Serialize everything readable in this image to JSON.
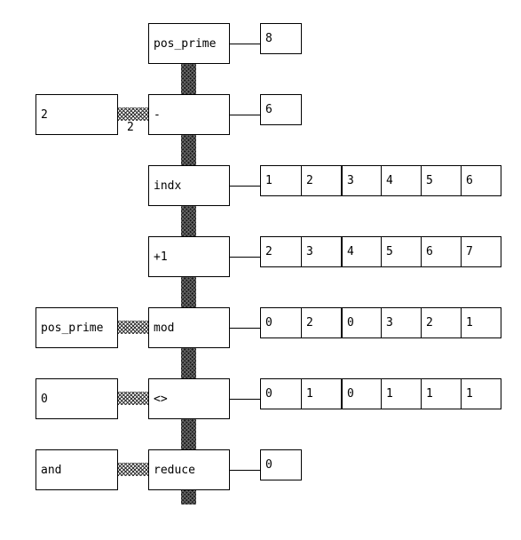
{
  "ops": [
    {
      "name": "op-pos-prime",
      "label": "pos_prime"
    },
    {
      "name": "op-minus",
      "label": "-"
    },
    {
      "name": "op-indx",
      "label": "indx"
    },
    {
      "name": "op-plus-one",
      "label": "+1"
    },
    {
      "name": "op-mod",
      "label": "mod"
    },
    {
      "name": "op-not-equal",
      "label": "<>"
    },
    {
      "name": "op-reduce",
      "label": "reduce"
    }
  ],
  "side_inputs": [
    {
      "row": 1,
      "label": "2",
      "tag": "2"
    },
    {
      "row": 4,
      "label": "pos_prime"
    },
    {
      "row": 5,
      "label": "0"
    },
    {
      "row": 6,
      "label": "and"
    }
  ],
  "outputs": [
    {
      "row": 0,
      "values": [
        "8"
      ]
    },
    {
      "row": 1,
      "values": [
        "6"
      ]
    },
    {
      "row": 2,
      "values": [
        "1",
        "2",
        "3",
        "4",
        "5",
        "6"
      ]
    },
    {
      "row": 3,
      "values": [
        "2",
        "3",
        "4",
        "5",
        "6",
        "7"
      ]
    },
    {
      "row": 4,
      "values": [
        "0",
        "2",
        "0",
        "3",
        "2",
        "1"
      ]
    },
    {
      "row": 5,
      "values": [
        "0",
        "1",
        "0",
        "1",
        "1",
        "1"
      ]
    },
    {
      "row": 6,
      "values": [
        "0"
      ]
    }
  ]
}
